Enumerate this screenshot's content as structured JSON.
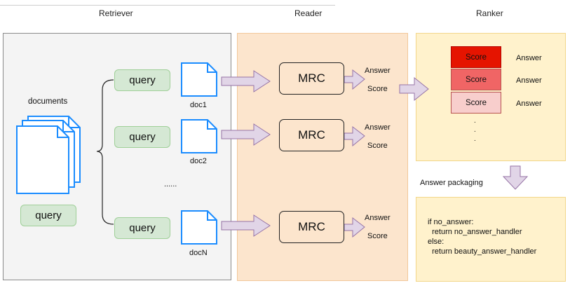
{
  "stages": {
    "retriever": "Retriever",
    "reader": "Reader",
    "ranker": "Ranker"
  },
  "retriever": {
    "documents_label": "documents",
    "query_label": "query",
    "queries": [
      "query",
      "query",
      "query"
    ],
    "docs": [
      "doc1",
      "doc2",
      "docN"
    ],
    "ellipsis": "......"
  },
  "reader": {
    "mrc_label": "MRC",
    "outputs": [
      {
        "answer": "Answer",
        "score": "Score"
      },
      {
        "answer": "Answer",
        "score": "Score"
      },
      {
        "answer": "Answer",
        "score": "Score"
      }
    ]
  },
  "ranker": {
    "rows": [
      {
        "score": "Score",
        "answer": "Answer",
        "color": "#e51400"
      },
      {
        "score": "Score",
        "answer": "Answer",
        "color": "#f06565"
      },
      {
        "score": "Score",
        "answer": "Answer",
        "color": "#f8cecc"
      }
    ],
    "dots": ".\n.\n."
  },
  "packaging": {
    "label": "Answer packaging",
    "code": [
      "if no_answer:",
      "  return no_answer_handler",
      "else:",
      "  return beauty_answer_handler"
    ]
  },
  "colors": {
    "arrow": "#e1d5e7",
    "arrow_stroke": "#9673a6",
    "doc_stroke": "#1a8cff"
  }
}
